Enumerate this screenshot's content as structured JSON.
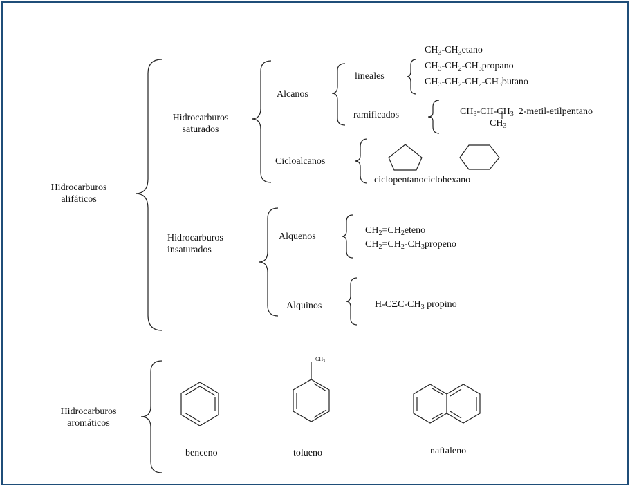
{
  "diagram": {
    "alifaticos": {
      "line1": "Hidrocarburos",
      "line2": "alifáticos"
    },
    "saturados": {
      "line1": "Hidrocarburos",
      "line2": "saturados"
    },
    "insaturados": {
      "line1": "Hidrocarburos",
      "line2": "insaturados"
    },
    "aromaticos": {
      "line1": "Hidrocarburos",
      "line2": "aromáticos"
    },
    "alcanos": "Alcanos",
    "lineales": "lineales",
    "ramificados": "ramificados",
    "cicloalcanos": "Cicloalcanos",
    "alquenos": "Alquenos",
    "alquinos": "Alquinos",
    "etano": "etano",
    "propano": "propano",
    "butano": "butano",
    "ramificado_name": "2-metil-etilpentano",
    "ciclo_names": "ciclopentanociclohexano",
    "eteno": "eteno",
    "propeno": "propeno",
    "propino_formula": "H-CΞC-CH",
    "propino_name": "propino",
    "benceno": "benceno",
    "tolueno": "tolueno",
    "naftaleno": "naftaleno",
    "tolueno_substituent": "CH",
    "ch": "CH",
    "sub2": "2",
    "sub3": "3"
  }
}
